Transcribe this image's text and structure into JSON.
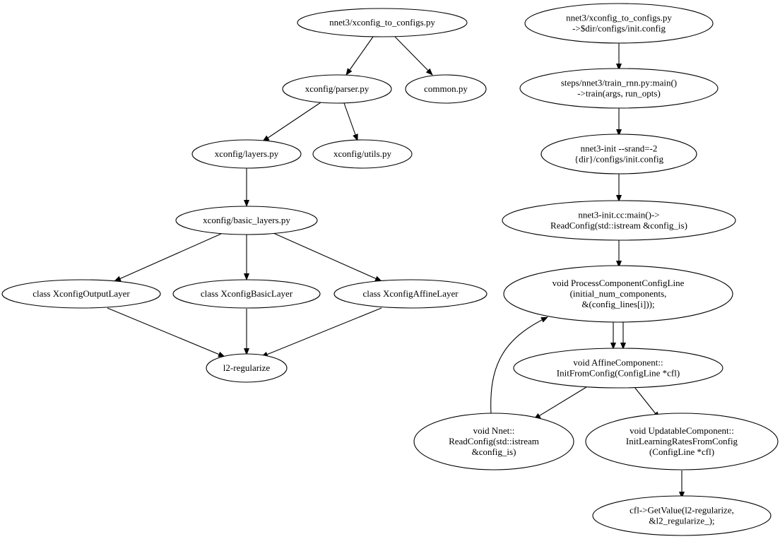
{
  "nodes": {
    "xconfig_to_configs": [
      "nnet3/xconfig_to_configs.py"
    ],
    "parser": [
      "xconfig/parser.py"
    ],
    "common": [
      "common.py"
    ],
    "layers": [
      "xconfig/layers.py"
    ],
    "utils": [
      "xconfig/utils.py"
    ],
    "basic_layers": [
      "xconfig/basic_layers.py"
    ],
    "output_layer": [
      "class XconfigOutputLayer"
    ],
    "basic_layer": [
      "class XconfigBasicLayer"
    ],
    "affine_layer": [
      "class XconfigAffineLayer"
    ],
    "l2_regularize": [
      "l2-regularize"
    ],
    "init_config": [
      "nnet3/xconfig_to_configs.py",
      "->$dir/configs/init.config"
    ],
    "train_rnn": [
      "steps/nnet3/train_rnn.py:main()",
      "->train(args, run_opts)"
    ],
    "nnet3_init": [
      "nnet3-init --srand=-2",
      "{dir}/configs/init.config"
    ],
    "nnet3_init_cc": [
      "nnet3-init.cc:main()->",
      "ReadConfig(std::istream &config_is)"
    ],
    "process_component": [
      "void ProcessComponentConfigLine",
      "(initial_num_components,",
      "&(config_lines[i]));"
    ],
    "affine_component": [
      "void AffineComponent::",
      "InitFromConfig(ConfigLine *cfl)"
    ],
    "nnet_readconfig": [
      "void Nnet::",
      "ReadConfig(std::istream",
      "&config_is)"
    ],
    "updatable_component": [
      "void UpdatableComponent::",
      "InitLearningRatesFromConfig",
      "(ConfigLine *cfl)"
    ],
    "get_value": [
      "cfl->GetValue(l2-regularize,",
      "&l2_regularize_);"
    ]
  }
}
